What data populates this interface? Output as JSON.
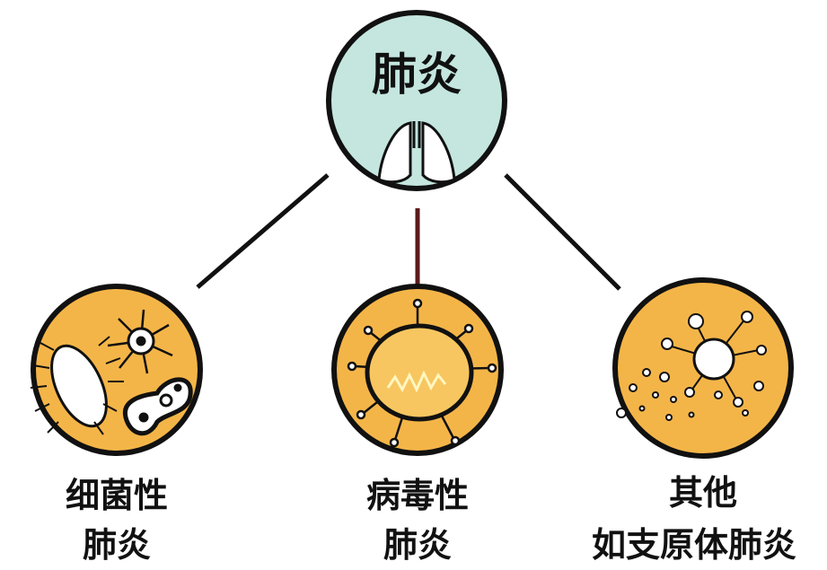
{
  "root": {
    "title": "肺炎",
    "icon": "lungs-icon"
  },
  "branches": [
    {
      "line1": "细菌性",
      "line2": "肺炎",
      "icon": "bacteria-icon"
    },
    {
      "line1": "病毒性",
      "line2": "肺炎",
      "icon": "virus-icon"
    },
    {
      "line1": "其他",
      "line2": "如支原体肺炎",
      "icon": "mycoplasma-icon"
    }
  ],
  "colors": {
    "root_fill": "#c4e6df",
    "branch_fill": "#f4b548",
    "stroke": "#111111",
    "center_line": "#5a1a1a"
  }
}
